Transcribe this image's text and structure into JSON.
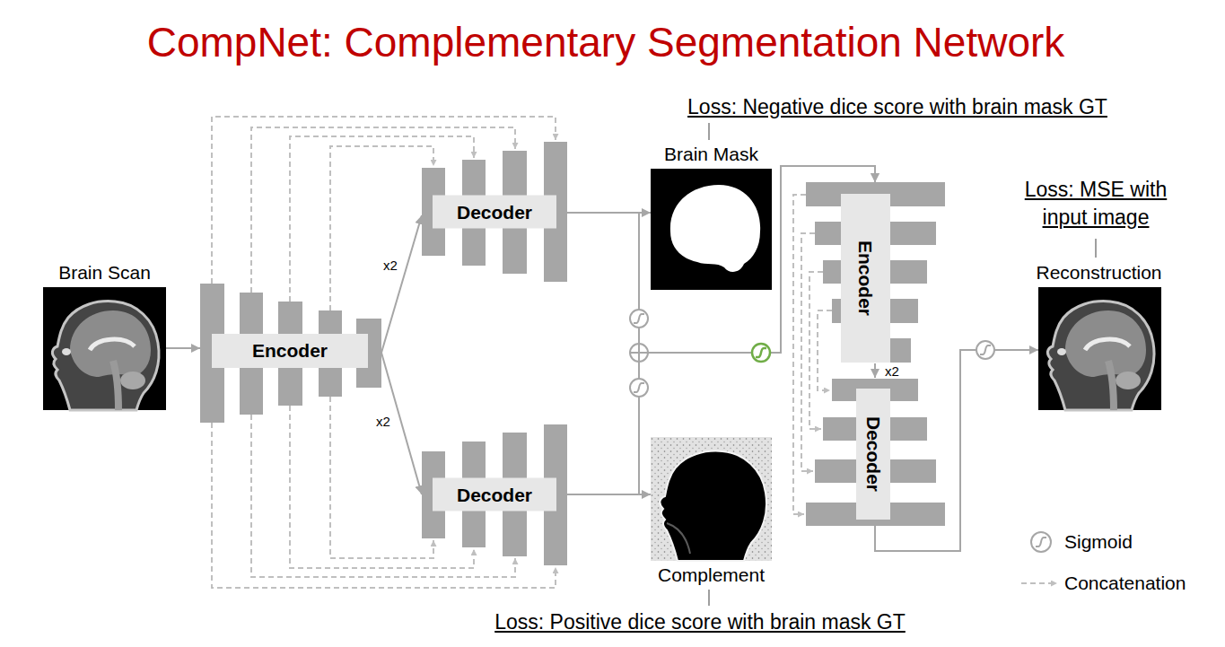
{
  "diagram": {
    "title": "CompNet: Complementary Segmentation Network",
    "nodes": [
      {
        "text": [
          "Brain Scan"
        ]
      },
      {
        "text": [
          "Encoder"
        ]
      },
      {
        "text": [
          "Decoder"
        ]
      },
      {
        "text": [
          "Decoder"
        ]
      },
      {
        "text": [
          "Brain Mask"
        ]
      },
      {
        "text": [
          "Complement"
        ]
      },
      {
        "text": [
          "Encoder"
        ]
      },
      {
        "text": [
          "Decoder"
        ]
      },
      {
        "text": [
          "Reconstruction"
        ]
      }
    ],
    "edges": [
      {
        "from": 0,
        "to": 1,
        "arrow": "to"
      },
      {
        "from": 1,
        "to": 2,
        "label": "x2",
        "arrow": "to"
      },
      {
        "from": 1,
        "to": 3,
        "label": "x2",
        "arrow": "to"
      },
      {
        "from": 2,
        "to": 4,
        "arrow": "to"
      },
      {
        "from": 3,
        "to": 5,
        "arrow": "to"
      },
      {
        "from": 4,
        "to": 6,
        "arrow": "to"
      },
      {
        "from": 5,
        "to": 6,
        "arrow": "to"
      },
      {
        "from": 6,
        "to": 7,
        "label": "x2",
        "arrow": "to"
      },
      {
        "from": 7,
        "to": 8,
        "arrow": "to"
      }
    ],
    "labels": [
      "Loss: Negative dice score with brain mask GT",
      "Loss: MSE with input image",
      "Loss: Positive dice score with brain mask GT"
    ],
    "legend": [
      {
        "text": "Sigmoid"
      },
      {
        "text": "Concatenation"
      }
    ]
  }
}
